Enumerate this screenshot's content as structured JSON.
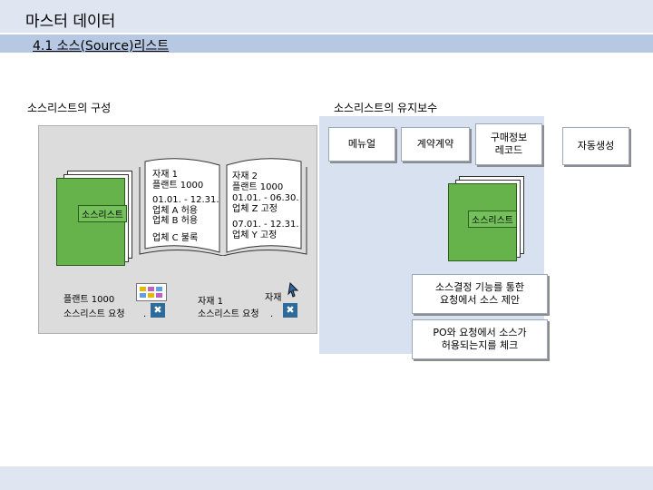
{
  "header": {
    "title": "마스터 데이터",
    "subtitle": "4.1 소스(Source)리스트"
  },
  "sections": {
    "left_heading": "소스리스트의 구성",
    "right_heading": "소스리스트의 유지보수"
  },
  "left": {
    "binder_label": "소스리스트",
    "page_left": {
      "material": "자재 1",
      "plant": "플랜트 1000",
      "period": "01.01. - 12.31.",
      "vendor_a": "업체 A 허용",
      "vendor_b": "업체 B 허용",
      "vendor_c": "업체 C 불록"
    },
    "page_right": {
      "material": "자재 2",
      "plant": "플랜트 1000",
      "period1": "01.01. - 06.30.",
      "vendor_z": "업체 Z 고정",
      "period2": "07.01. - 12.31.",
      "vendor_y": "업체 Y 고정"
    },
    "bottom_left": {
      "plant": "플랜트 1000",
      "request": "소스리스트 요청",
      "dot": "."
    },
    "bottom_right": {
      "material": "자재 1",
      "material_b": "자재",
      "request": "소스리스트 요청",
      "dot": "."
    }
  },
  "right": {
    "menu": "메뉴얼",
    "contract": "계약계약",
    "info_record": "구매정보\n레코드",
    "auto": "자동생성",
    "binder_label": "소스리스트",
    "note1": "소스결정 기능를 통한\n요청에서 소스 제안",
    "note2": "PO와 요청에서 소스가\n허용되는지를 체크"
  },
  "icons": [
    "grid-icon",
    "excel-icon"
  ],
  "colors": {
    "header": "#dfe6f1",
    "subtitle_band": "#b7c8e3",
    "binder": "#66b34b",
    "right_panel": "#d7e1ef"
  }
}
